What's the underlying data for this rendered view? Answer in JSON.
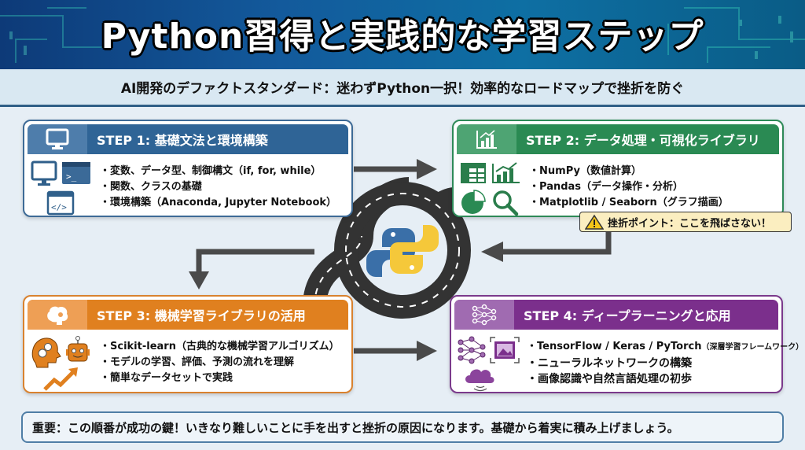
{
  "header": {
    "title": "Python習得と実践的な学習ステップ",
    "subtitle": "AI開発のデファクトスタンダード：迷わずPython一択！効率的なロードマップで挫折を防ぐ"
  },
  "steps": [
    {
      "title": "STEP 1: 基礎文法と環境構築",
      "color": "#2f6496",
      "header_icon": "monitor-icon",
      "icons": [
        "monitor-icon",
        "terminal-icon",
        "code-window-icon"
      ],
      "items": [
        "変数、データ型、制御構文（if, for, while）",
        "関数、クラスの基礎",
        "環境構築（Anaconda, Jupyter Notebook）"
      ]
    },
    {
      "title": "STEP 2: データ処理・可視化ライブラリ",
      "color": "#2a8a53",
      "header_icon": "bar-chart-icon",
      "icons": [
        "table-icon",
        "growth-chart-icon",
        "pie-chart-icon",
        "magnifier-icon"
      ],
      "items": [
        "NumPy（数値計算）",
        "Pandas（データ操作・分析）",
        "Matplotlib / Seaborn（グラフ描画）"
      ]
    },
    {
      "title": "STEP 3: 機械学習ライブラリの活用",
      "color": "#e0801f",
      "header_icon": "brain-icon",
      "icons": [
        "head-gears-icon",
        "robot-icon",
        "trend-arrow-icon"
      ],
      "items": [
        "Scikit-learn（古典的な機械学習アルゴリズム）",
        "モデルの学習、評価、予測の流れを理解",
        "簡単なデータセットで実践"
      ]
    },
    {
      "title": "STEP 4: ディープラーニングと応用",
      "color": "#7b2f8c",
      "header_icon": "neural-network-icon",
      "icons": [
        "neural-network-icon",
        "image-recognition-icon",
        "cloud-icon"
      ],
      "items": [
        "TensorFlow / Keras / PyTorch",
        "ニューラルネットワークの構築",
        "画像認識や自然言語処理の初歩"
      ],
      "item0_note": "（深層学習フレームワーク）"
    }
  ],
  "warning": {
    "icon": "warning-icon",
    "text": "挫折ポイント：ここを飛ばさない！"
  },
  "center": {
    "icon": "python-logo-icon",
    "road": "winding-road"
  },
  "footer": {
    "text": "重要：この順番が成功の鍵！いきなり難しいことに手を出すと挫折の原因になります。基礎から着実に積み上げましょう。"
  }
}
